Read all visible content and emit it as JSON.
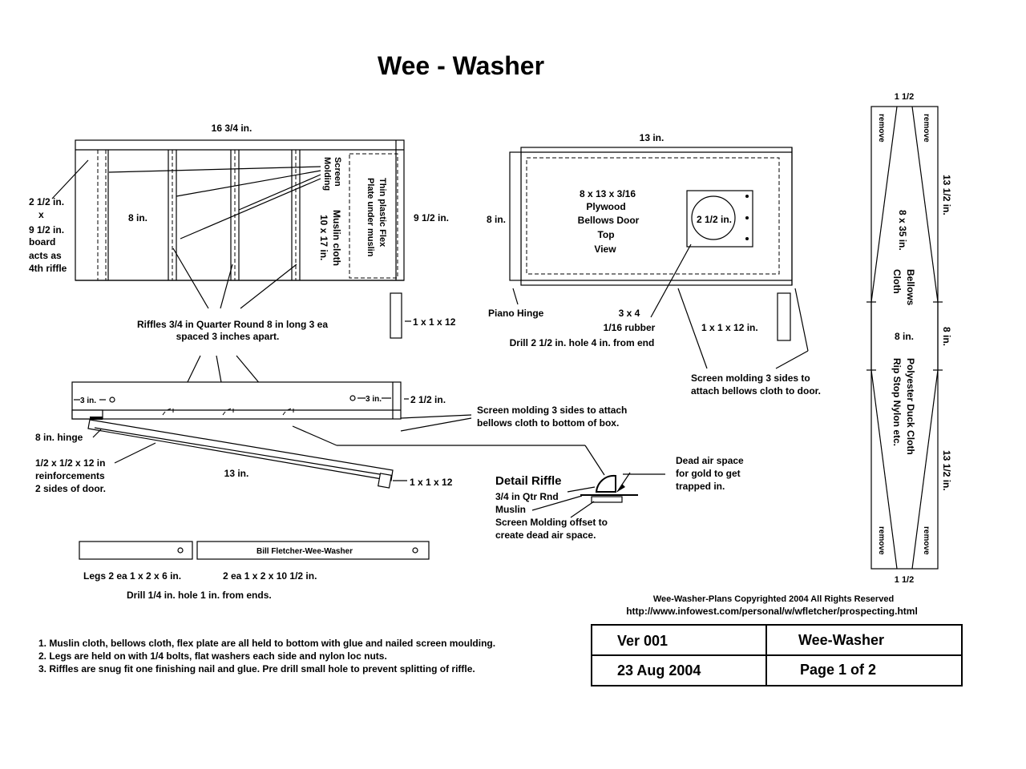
{
  "title": "Wee - Washer",
  "box": {
    "width_label": "16 3/4 in.",
    "height_label": "8 in.",
    "right_label": "9 1/2 in.",
    "board_label": [
      "2 1/2 in.",
      "x",
      "9 1/2 in.",
      "board",
      "acts as",
      "4th riffle"
    ],
    "screen_molding": [
      "Screen",
      "Molding"
    ],
    "muslin": [
      "Muslin cloth",
      "10 x 17 in."
    ],
    "flex_plate": [
      "Thin plastic Flex",
      "Plate under muslin"
    ],
    "leg_label": "1 x 1 x 12",
    "riffles": [
      "Riffles 3/4 in Quarter Round 8 in long 3 ea",
      "spaced 3 inches apart."
    ]
  },
  "door": {
    "width_label": "13 in.",
    "height_label": "8 in.",
    "center": [
      "8 x 13 x 3/16",
      "Plywood",
      "Bellows Door",
      "Top",
      "View"
    ],
    "hole_label": "2 1/2 in.",
    "piano_hinge": "Piano Hinge",
    "rubber": [
      "3 x 4",
      "1/16 rubber"
    ],
    "drill": "Drill 2 1/2 in. hole 4 in. from end",
    "leg_label": "1 x 1 x 12 in.",
    "screen_note": [
      "Screen molding 3 sides to",
      "attach bellows cloth to door."
    ]
  },
  "side": {
    "left_dim": "3 in.",
    "right_dim": "3 in.",
    "height_label": "2 1/2 in.",
    "screen_note": [
      "Screen molding 3 sides to attach",
      "bellows cloth to bottom of box."
    ],
    "hinge": "8 in. hinge",
    "reinforce": [
      "1/2 x 1/2 x 12 in",
      "reinforcements",
      "2 sides of door."
    ],
    "door_len": "13 in.",
    "leg_label": "1 x 1 x 12"
  },
  "detail": {
    "title": "Detail Riffle",
    "labels": [
      "3/4 in Qtr Rnd",
      "Muslin",
      "Screen Molding offset to",
      "create dead air space."
    ],
    "dead_air": [
      "Dead air space",
      "for gold to get",
      "trapped in."
    ]
  },
  "legs": {
    "bar_text": "Bill Fletcher-Wee-Washer",
    "label_a": "Legs 2 ea 1 x 2 x 6 in.",
    "label_b": "2 ea 1 x 2 x 10 1/2 in.",
    "drill": "Drill 1/4 in. hole 1 in. from ends."
  },
  "bellows": {
    "top_label": "1 1/2",
    "bottom_label": "1 1/2",
    "remove": "remove",
    "upper_len": "13 1/2 in.",
    "lower_len": "13 1/2 in.",
    "mid_len": "8 in.",
    "width": "8 in.",
    "size": [
      "8 x 35 in.",
      "Bellows",
      "Cloth"
    ],
    "material": [
      "Polyester Duck Cloth",
      "Rip Stop Nylon etc."
    ]
  },
  "notes": [
    "1. Muslin cloth, bellows cloth, flex plate are all held to bottom with glue and nailed screen moulding.",
    "2. Legs are held on with 1/4 bolts, flat washers each side and nylon loc nuts.",
    "3. Riffles are snug fit one finishing nail and glue. Pre drill small hole to prevent splitting of riffle."
  ],
  "copyright": {
    "line1": "Wee-Washer-Plans Copyrighted 2004 All Rights Reserved",
    "line2": "http://www.infowest.com/personal/w/wfletcher/prospecting.html"
  },
  "titleblock": {
    "ver": "Ver  001",
    "name": "Wee-Washer",
    "date": "23 Aug 2004",
    "page": "Page  1 of 2"
  }
}
